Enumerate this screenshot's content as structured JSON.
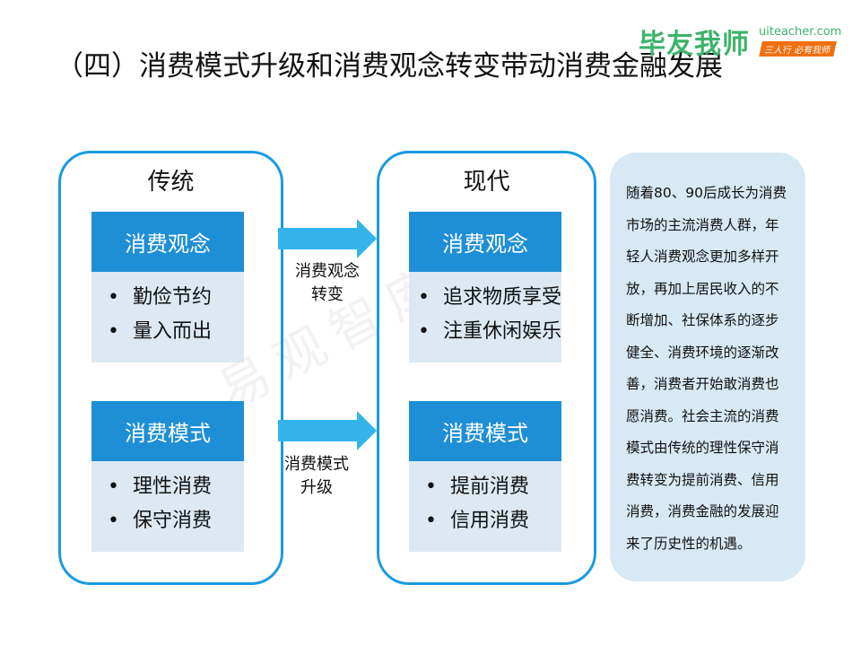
{
  "title": "（四）消费模式升级和消费观念转变带动消费金融发展",
  "logo": {
    "name": "毕友我师",
    "url": "uiteacher.com",
    "slogan": "三人行 必有我师"
  },
  "watermark": "易观智库",
  "traditional": {
    "heading": "传统",
    "concept_label": "消费观念",
    "concept_items": [
      "勤俭节约",
      "量入而出"
    ],
    "mode_label": "消费模式",
    "mode_items": [
      "理性消费",
      "保守消费"
    ]
  },
  "modern": {
    "heading": "现代",
    "concept_label": "消费观念",
    "concept_items": [
      "追求物质享受",
      "注重休闲娱乐"
    ],
    "mode_label": "消费模式",
    "mode_items": [
      "提前消费",
      "信用消费"
    ]
  },
  "arrows": [
    {
      "line1": "消费观念",
      "line2": "转变"
    },
    {
      "line1": "消费模式",
      "line2": "升级"
    }
  ],
  "description": [
    "随着80、90后成长为消费",
    "市场的主流消费人群，年",
    "轻人消费观念更加多样开",
    "放，再加上居民收入的不",
    "断增加、社保体系的逐步",
    "健全、消费环境的逐渐改",
    "善，消费者开始敢消费也",
    "愿消费。社会主流的消费",
    "模式由传统的理性保守消",
    "费转变为提前消费、信用",
    "消费，消费金融的发展迎",
    "来了历史性的机遇。"
  ]
}
